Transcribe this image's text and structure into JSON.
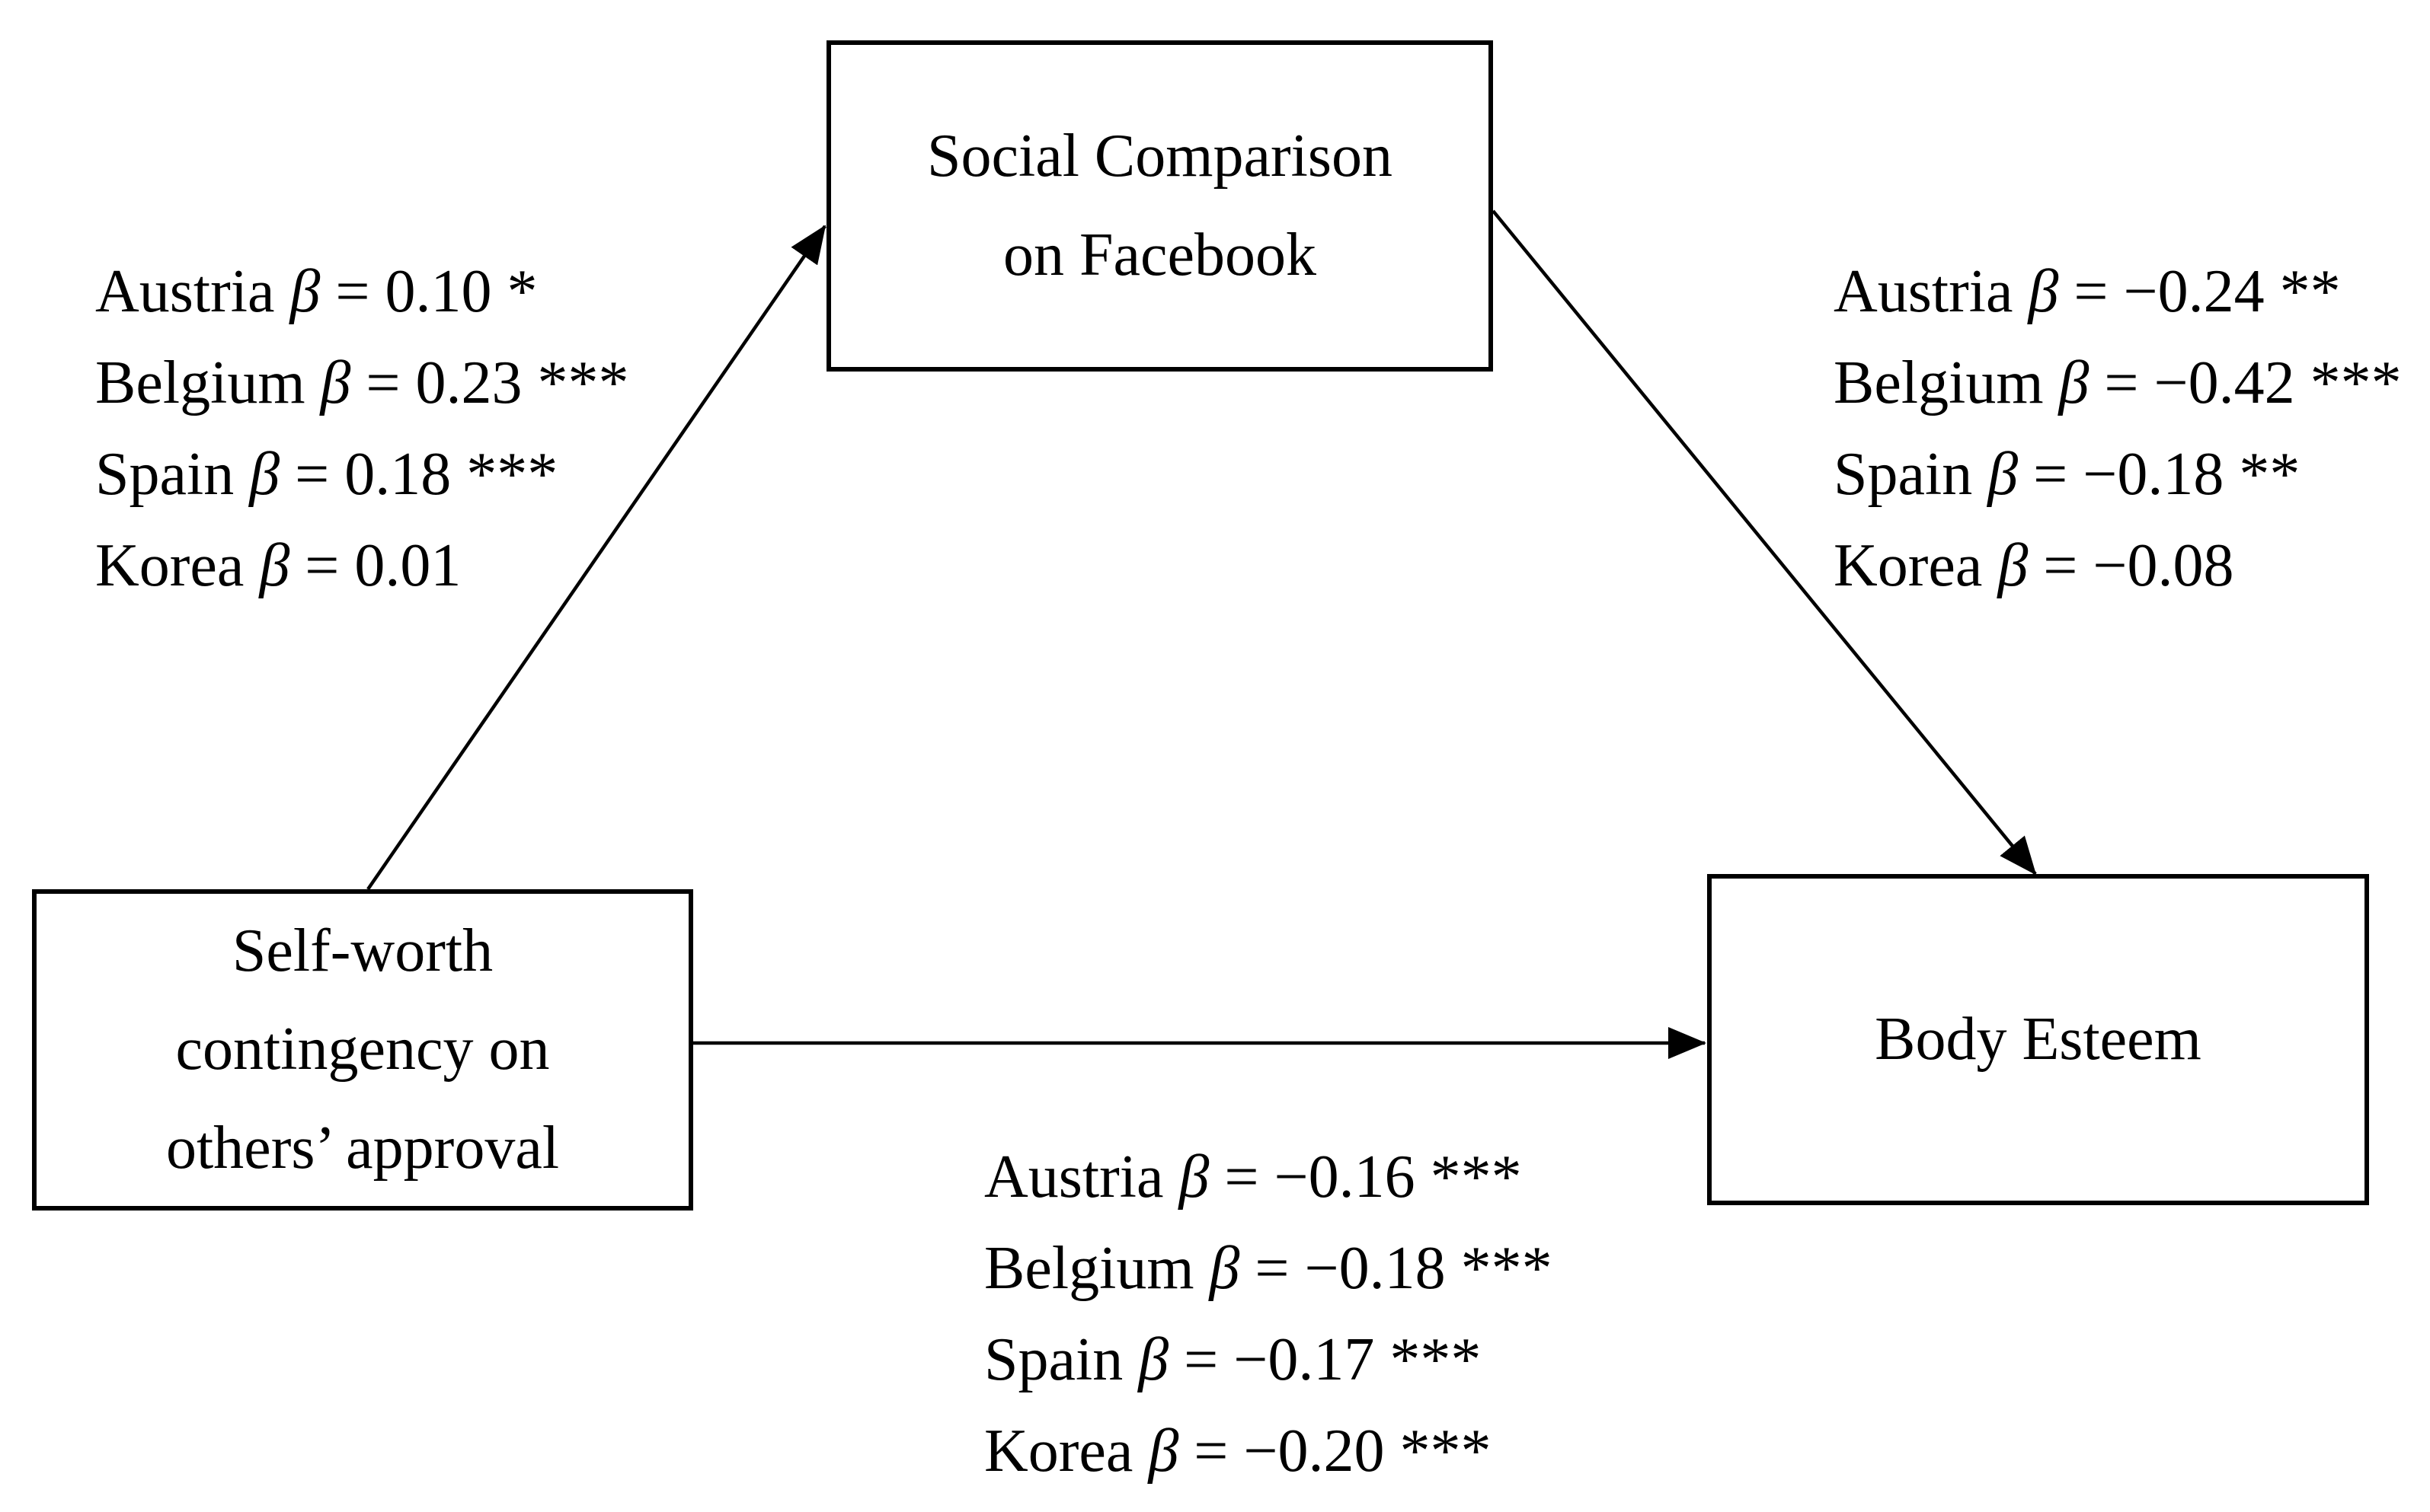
{
  "diagram": {
    "background_color": "#ffffff",
    "stroke_color": "#000000",
    "nodes": {
      "predictor": {
        "lines": [
          "Self-worth",
          "contingency on",
          "others’ approval"
        ]
      },
      "mediator": {
        "lines": [
          "Social Comparison",
          "on Facebook"
        ]
      },
      "outcome": {
        "lines": [
          "Body Esteem"
        ]
      }
    },
    "paths": {
      "a_path": {
        "from": "predictor",
        "to": "mediator",
        "labels": [
          {
            "country": "Austria",
            "beta": "β",
            "value": "= 0.10 *"
          },
          {
            "country": "Belgium",
            "beta": "β",
            "value": "= 0.23 ***"
          },
          {
            "country": "Spain",
            "beta": "β",
            "value": "= 0.18 ***"
          },
          {
            "country": "Korea",
            "beta": "β",
            "value": "= 0.01"
          }
        ]
      },
      "b_path": {
        "from": "mediator",
        "to": "outcome",
        "labels": [
          {
            "country": "Austria",
            "beta": "β",
            "value": "= −0.24 **"
          },
          {
            "country": "Belgium",
            "beta": "β",
            "value": "= −0.42 ***"
          },
          {
            "country": "Spain",
            "beta": "β",
            "value": "= −0.18 **"
          },
          {
            "country": "Korea",
            "beta": "β",
            "value": "= −0.08"
          }
        ]
      },
      "c_path": {
        "from": "predictor",
        "to": "outcome",
        "labels": [
          {
            "country": "Austria",
            "beta": "β",
            "value": "= −0.16 ***"
          },
          {
            "country": "Belgium",
            "beta": "β",
            "value": "= −0.18 ***"
          },
          {
            "country": "Spain",
            "beta": "β",
            "value": "= −0.17 ***"
          },
          {
            "country": "Korea",
            "beta": "β",
            "value": "= −0.20 ***"
          }
        ]
      }
    }
  }
}
